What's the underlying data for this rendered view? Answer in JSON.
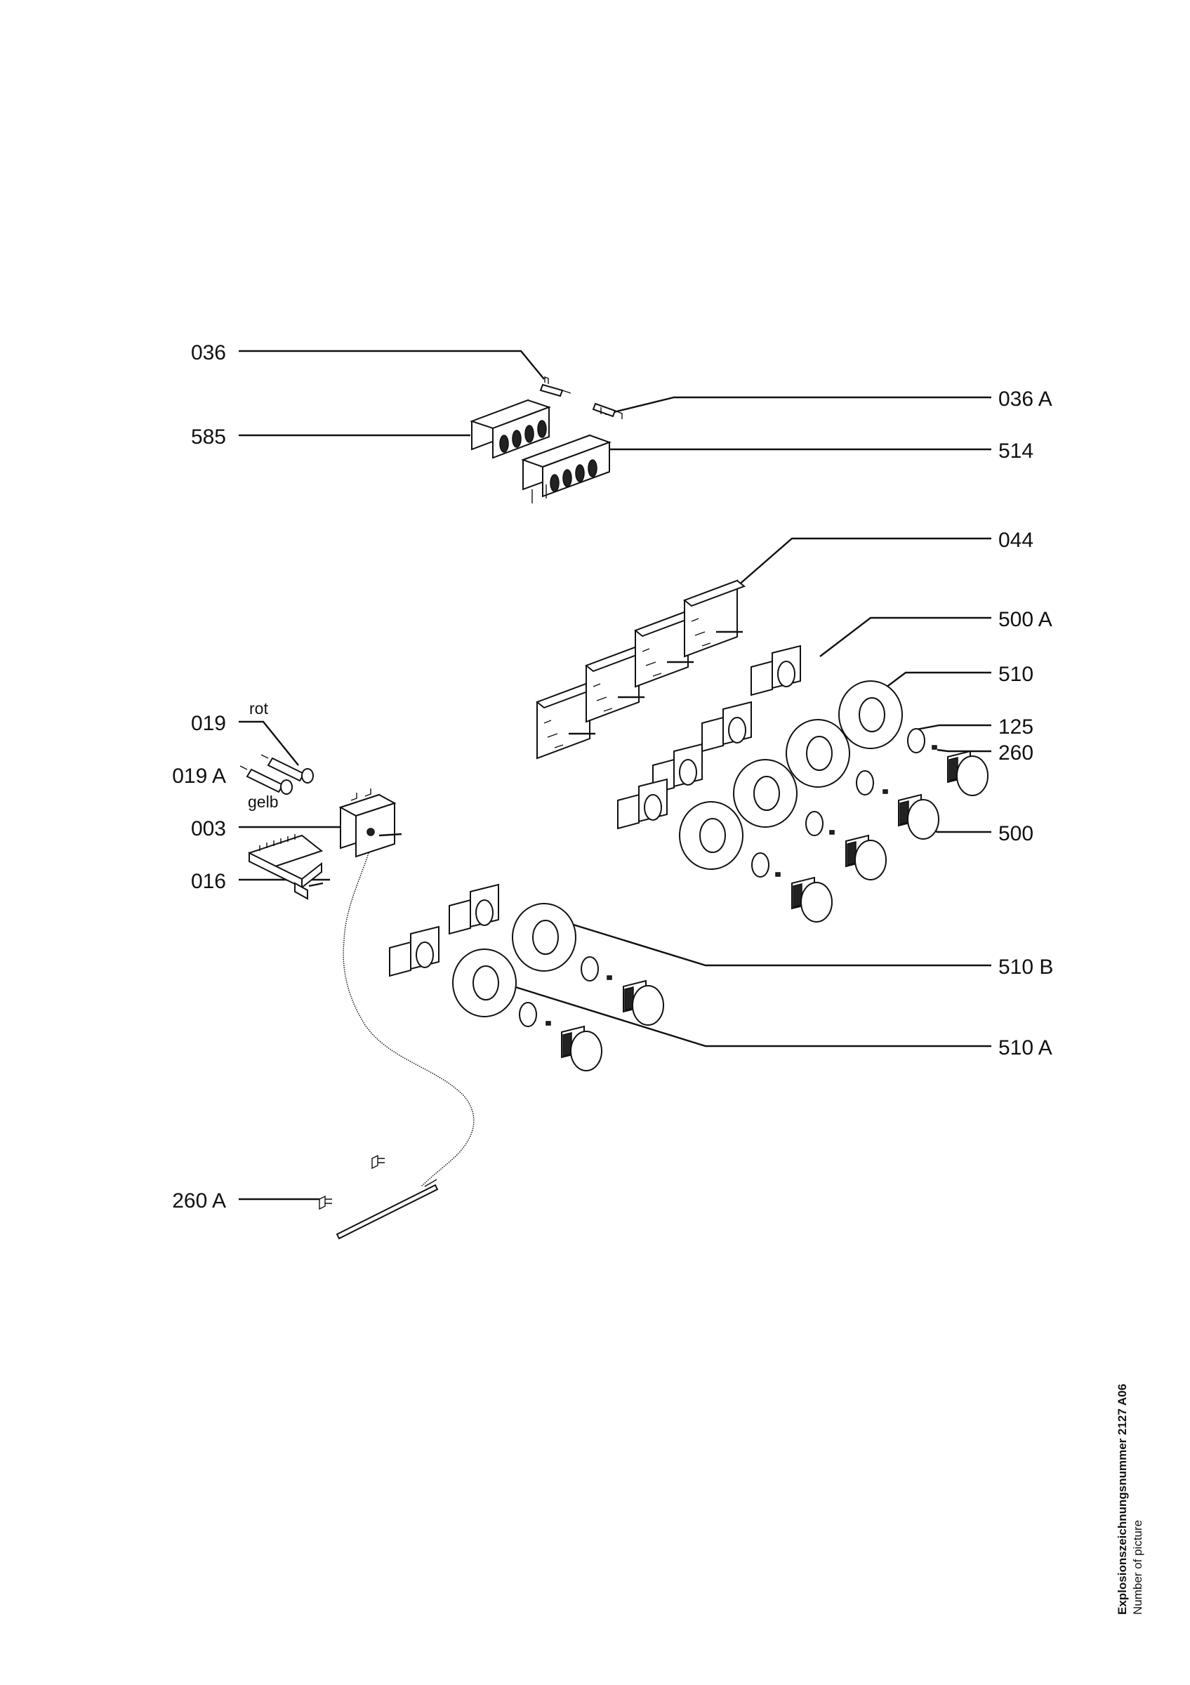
{
  "callouts": {
    "c036": "036",
    "c036a": "036 A",
    "c585": "585",
    "c514": "514",
    "c044": "044",
    "c500a": "500 A",
    "c510": "510",
    "c125": "125",
    "c260": "260",
    "c500": "500",
    "c019": "019",
    "c019a": "019 A",
    "c003": "003",
    "c016": "016",
    "c510b": "510 B",
    "c510a": "510 A",
    "c260a": "260 A"
  },
  "wire_colors": {
    "rot": "rot",
    "gelb": "gelb"
  },
  "caption": {
    "number_line": "Explosionszeichnungsnummer  2127 A06",
    "subtitle": "Number of picture"
  }
}
